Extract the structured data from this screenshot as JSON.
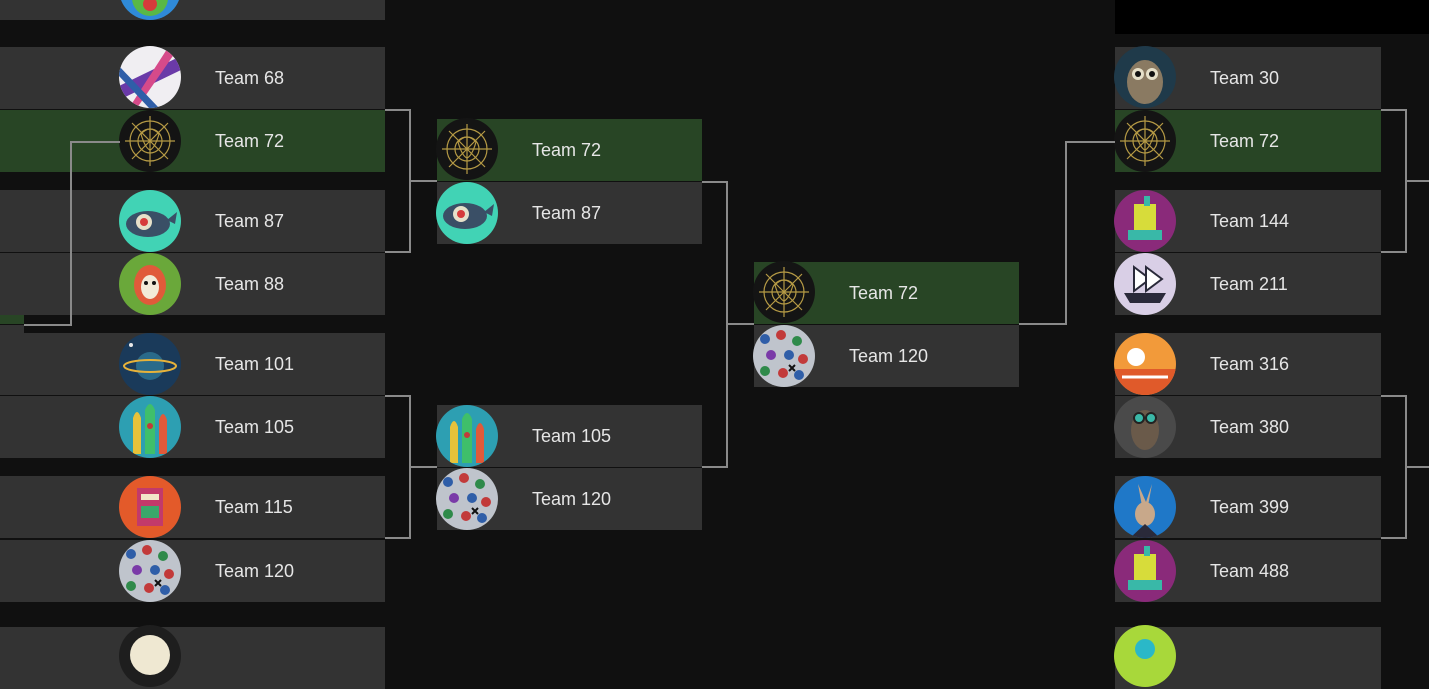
{
  "bracket": {
    "round1_left": [
      "Team 68",
      "Team 72",
      "Team 87",
      "Team 88",
      "Team 101",
      "Team 105",
      "Team 115",
      "Team 120"
    ],
    "round2_left": [
      "Team 72",
      "Team 87",
      "Team 105",
      "Team 120"
    ],
    "round3_left": [
      "Team 72",
      "Team 120"
    ],
    "round1_right": [
      "Team 30",
      "Team 72",
      "Team 144",
      "Team 211",
      "Team 316",
      "Team 380",
      "Team 399",
      "Team 488"
    ]
  },
  "colors": {
    "background": "#101010",
    "slot": "#333333",
    "winner": "#284525",
    "connector": "#8a8a8a",
    "text": "#e6e6e6"
  },
  "avatars": {
    "team68": "abstract-art-avatar",
    "team72": "gold-mandala-avatar",
    "team87": "whale-avatar",
    "team88": "luchador-mask-avatar",
    "team101": "planet-avatar",
    "team105": "rockets-avatar",
    "team115": "totem-avatar",
    "team120": "pattern-tiles-avatar",
    "team30": "owl-avatar",
    "team144": "castle-avatar",
    "team211": "ship-avatar",
    "team316": "sunset-avatar",
    "team380": "goggles-avatar",
    "team399": "rabbit-avatar",
    "team488": "castle-avatar"
  }
}
